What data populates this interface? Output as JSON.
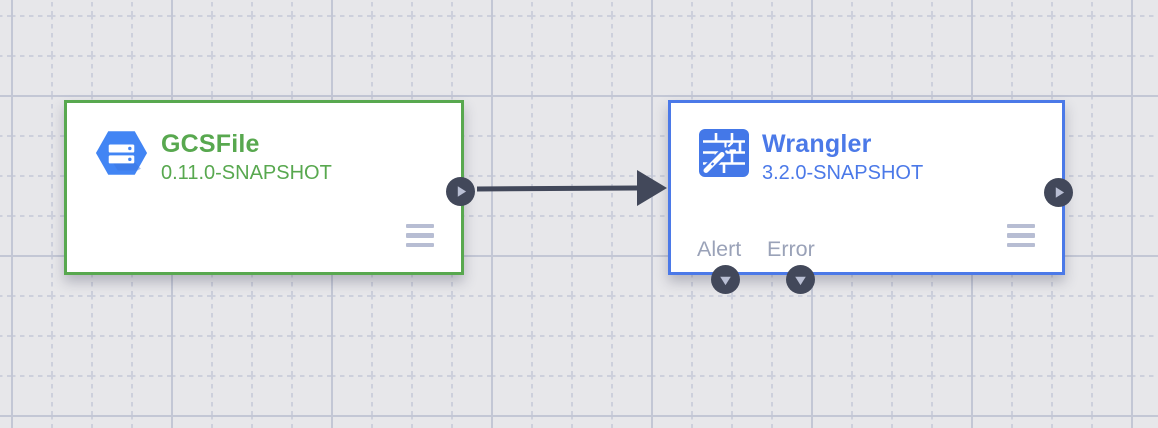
{
  "canvas": {
    "background_color": "#e7e7ea",
    "grid_minor_color": "#cdd0dc",
    "grid_major_color": "#c3c7d5"
  },
  "nodes": [
    {
      "title": "GCSFile",
      "version": "0.11.0-SNAPSHOT",
      "accent_color": "#58a84f",
      "icon": "gcs-bucket-icon"
    },
    {
      "title": "Wrangler",
      "version": "3.2.0-SNAPSHOT",
      "accent_color": "#4b79e8",
      "icon": "data-wrangler-icon",
      "bottom_ports": [
        {
          "label": "Alert"
        },
        {
          "label": "Error"
        }
      ]
    }
  ],
  "connection": {
    "from": "GCSFile",
    "to": "Wrangler",
    "color": "#42485a"
  },
  "port_style": {
    "circle_color": "#42485a",
    "glyph_color": "#b9bfd4"
  },
  "menu_icon_color": "#b7bdd3",
  "bottom_label_color": "#9aa2b8",
  "icon_colors": {
    "gcs_blue": "#4285f4",
    "gcs_shade": "#3a74dd",
    "wrangler_blue": "#4478e8"
  }
}
